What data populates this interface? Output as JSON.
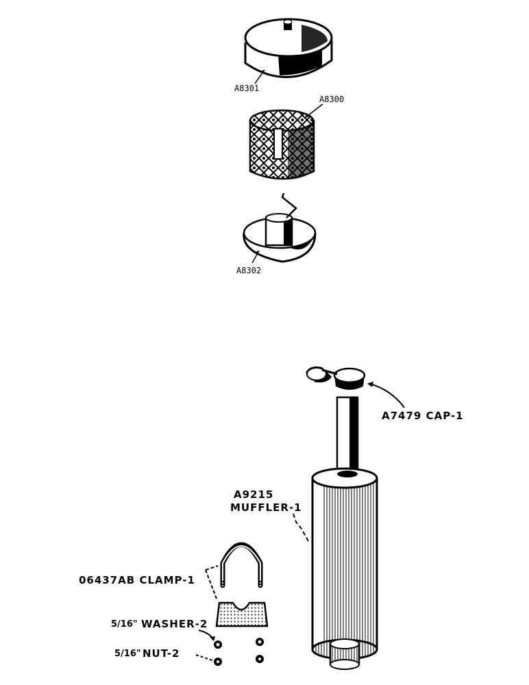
{
  "labels": {
    "air_cleaner_cap": "A8301",
    "filter_element": "A8300",
    "base_cup": "A8302",
    "cap": "A7479 CAP-1",
    "muffler_part": "A9215",
    "muffler_name": "MUFFLER-1",
    "clamp": "06437AB CLAMP-1",
    "washer_size": "5/16\"",
    "washer": "WASHER-2",
    "nut_size": "5/16\"",
    "nut": "NUT-2"
  }
}
